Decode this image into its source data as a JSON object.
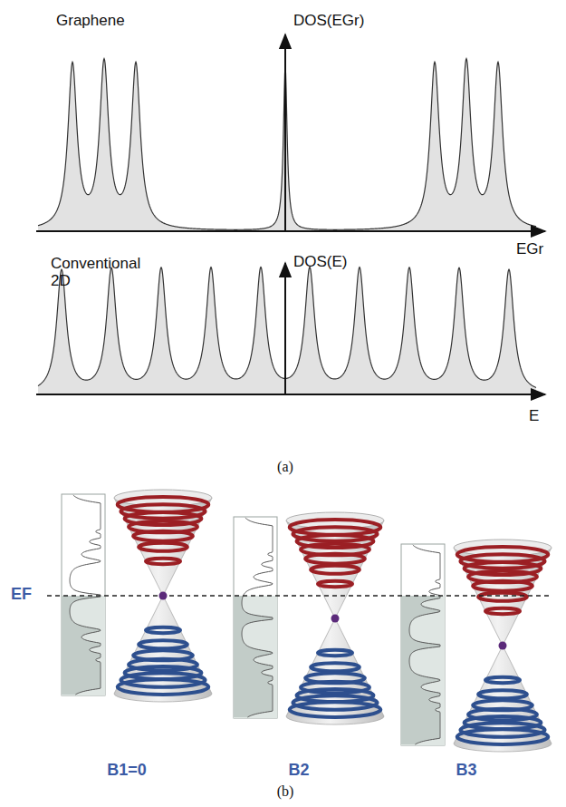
{
  "diagram": {
    "labels": [
      "Graphene",
      "DOS(EGr)",
      "EGr",
      "Conventional 2D",
      "DOS(E)",
      "E",
      "(a)",
      "EF",
      "B1=0",
      "B2",
      "B3",
      "(b)"
    ]
  }
}
